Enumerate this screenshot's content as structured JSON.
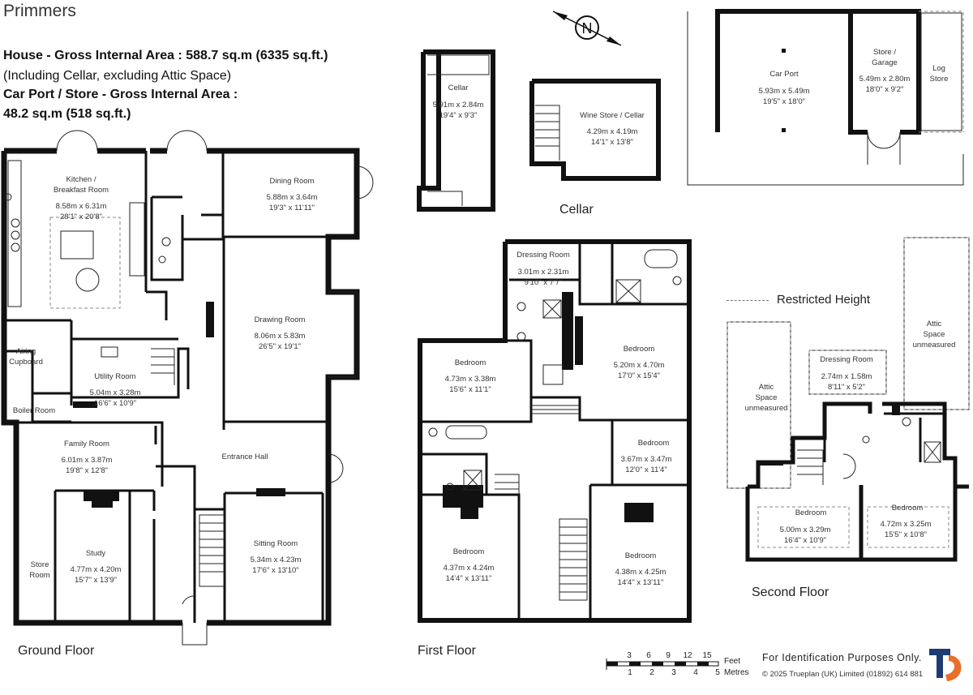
{
  "title": "Primmers",
  "area": {
    "house_line": "House - Gross Internal Area  :  588.7 sq.m   (6335 sq.ft.)",
    "house_note": "(Including Cellar, excluding Attic Space)",
    "carport_line1": "Car Port / Store - Gross Internal Area  :",
    "carport_line2": "48.2 sq.m   (518 sq.ft.)"
  },
  "compass": "N",
  "floors": {
    "ground": "Ground Floor",
    "first": "First Floor",
    "second": "Second Floor",
    "cellar": "Cellar"
  },
  "legend": {
    "restricted": "Restricted Height"
  },
  "rooms": {
    "kitchen": {
      "name1": "Kitchen /",
      "name2": "Breakfast Room",
      "metric": "8.58m x 6.31m",
      "imperial": "28'1\" x 20'8\""
    },
    "dining": {
      "name": "Dining Room",
      "metric": "5.88m x 3.64m",
      "imperial": "19'3\" x 11'11\""
    },
    "drawing": {
      "name": "Drawing Room",
      "metric": "8.06m x 5.83m",
      "imperial": "26'5\" x 19'1\""
    },
    "airing": {
      "name1": "Airing",
      "name2": "Cupboard"
    },
    "utility": {
      "name": "Utility Room",
      "metric": "5.04m x 3.28m",
      "imperial": "16'6\" x 10'9\""
    },
    "boiler": {
      "name": "Boiler Room"
    },
    "family": {
      "name": "Family Room",
      "metric": "6.01m x 3.87m",
      "imperial": "19'8\" x 12'8\""
    },
    "entrance": {
      "name": "Entrance Hall"
    },
    "store_room": {
      "name1": "Store",
      "name2": "Room"
    },
    "study": {
      "name": "Study",
      "metric": "4.77m x 4.20m",
      "imperial": "15'7\" x 13'9\""
    },
    "sitting": {
      "name": "Sitting Room",
      "metric": "5.34m x 4.23m",
      "imperial": "17'6\" x 13'10\""
    },
    "cellar": {
      "name": "Cellar",
      "metric": "5.91m x 2.84m",
      "imperial": "19'4\" x 9'3\""
    },
    "wine": {
      "name": "Wine Store / Cellar",
      "metric": "4.29m x 4.19m",
      "imperial": "14'1\" x 13'8\""
    },
    "carport": {
      "name": "Car Port",
      "metric": "5.93m x 5.49m",
      "imperial": "19'5\" x 18'0\""
    },
    "garage": {
      "name1": "Store /",
      "name2": "Garage",
      "metric": "5.49m x 2.80m",
      "imperial": "18'0\" x 9'2\""
    },
    "log": {
      "name1": "Log",
      "name2": "Store"
    },
    "ff_dressing": {
      "name": "Dressing Room",
      "metric": "3.01m x 2.31m",
      "imperial": "9'10\" x 7'7\""
    },
    "ff_bed1": {
      "name": "Bedroom",
      "metric": "5.20m x 4.70m",
      "imperial": "17'0\" x 15'4\""
    },
    "ff_bed2": {
      "name": "Bedroom",
      "metric": "4.73m x 3.38m",
      "imperial": "15'6\" x 11'1\""
    },
    "ff_bed3": {
      "name": "Bedroom",
      "metric": "3.67m x 3.47m",
      "imperial": "12'0\" x 11'4\""
    },
    "ff_bed4": {
      "name": "Bedroom",
      "metric": "4.37m x 4.24m",
      "imperial": "14'4\" x 13'11\""
    },
    "ff_bed5": {
      "name": "Bedroom",
      "metric": "4.38m x 4.25m",
      "imperial": "14'4\" x 13'11\""
    },
    "sf_attic_left": {
      "name1": "Attic",
      "name2": "Space",
      "name3": "unmeasured"
    },
    "sf_attic_right": {
      "name1": "Attic",
      "name2": "Space",
      "name3": "unmeasured"
    },
    "sf_dressing": {
      "name": "Dressing Room",
      "metric": "2.74m x 1.58m",
      "imperial": "8'11\" x 5'2\""
    },
    "sf_bed1": {
      "name": "Bedroom",
      "metric": "5.00m x 3.29m",
      "imperial": "16'4\" x 10'9\""
    },
    "sf_bed2": {
      "name": "Bedroom",
      "metric": "4.72m x 3.25m",
      "imperial": "15'5\" x 10'8\""
    }
  },
  "scale": {
    "feet_label": "Feet",
    "metres_label": "Metres",
    "feet_ticks": [
      "3",
      "6",
      "9",
      "12",
      "15"
    ],
    "metre_ticks": [
      "1",
      "2",
      "3",
      "4",
      "5"
    ]
  },
  "footer": {
    "ident": "For Identification Purposes Only.",
    "copyright": "©  2025 Trueplan (UK) Limited  (01892) 614 881"
  },
  "colors": {
    "wall": "#111111",
    "logo_blue": "#1f3b73",
    "logo_orange": "#e8702a"
  }
}
